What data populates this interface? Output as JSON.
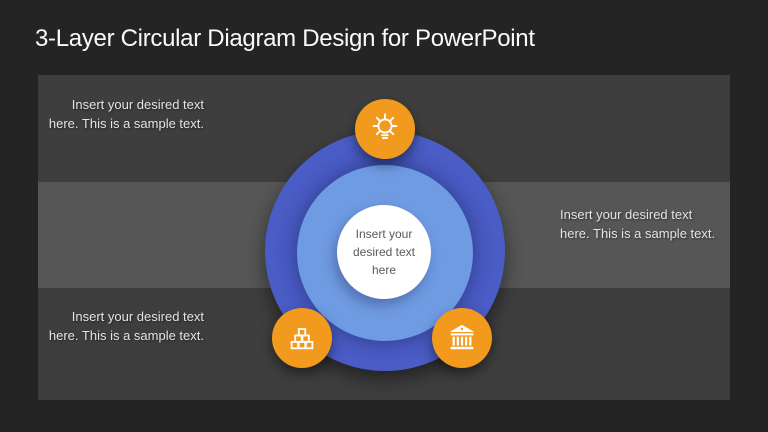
{
  "colors": {
    "slide-bg": "#242424",
    "band-dark": "#3E3E3E",
    "band-light": "#565656",
    "ring-outer": "#4A5CC5",
    "ring-middle": "#6F9BE3",
    "ring-center": "#FFFFFF",
    "accent-orange": "#F29A1E",
    "title-color": "#FAFAFA",
    "band-text-color": "#E4E4E4",
    "center-text-color": "#5A5A5A"
  },
  "slide": {
    "title": "3-Layer Circular Diagram Design for PowerPoint"
  },
  "placeholders": {
    "top_left": "Insert your desired text here. This is a sample text.",
    "middle_right": "Insert your desired text here. This is a sample text.",
    "bottom_left": "Insert your desired text here. This is a sample text.",
    "center": "Insert your desired text here"
  },
  "icons": [
    {
      "name": "lightbulb-icon"
    },
    {
      "name": "stacked-blocks-icon"
    },
    {
      "name": "bank-building-icon"
    }
  ]
}
